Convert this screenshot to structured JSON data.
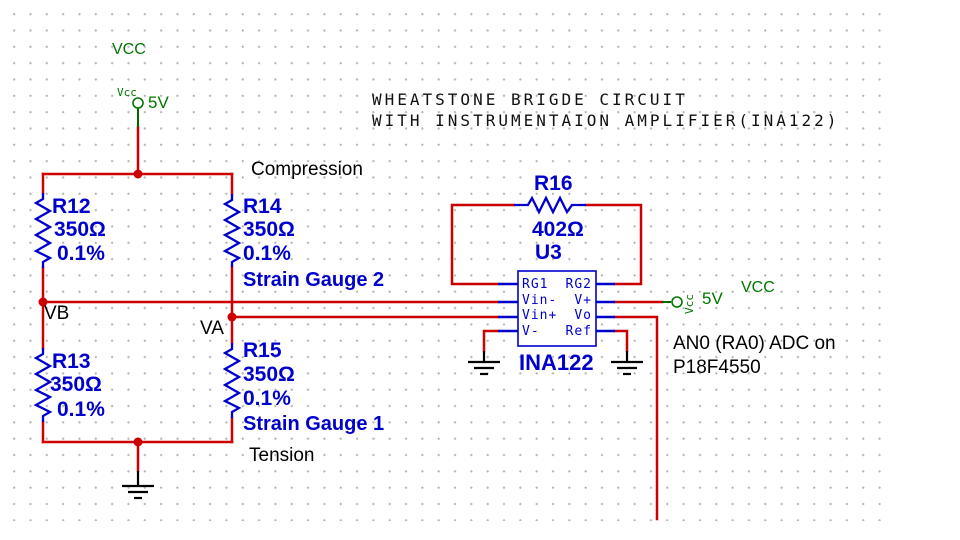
{
  "title": {
    "line1": "WHEATSTONE BRIGDE CIRCUIT",
    "line2": "WITH INSTRUMENTAION AMPLIFIER(INA122)"
  },
  "colors": {
    "wire": "#cc0000",
    "component": "#0000cc",
    "power": "#007700",
    "grid_dot": "#b4b4b4"
  },
  "power_left": {
    "net_label": "VCC",
    "pin_name": "Vcc",
    "voltage": "5V"
  },
  "power_right": {
    "net_label": "VCC",
    "pin_name": "Vcc",
    "voltage": "5V"
  },
  "annotations": {
    "compression": "Compression",
    "tension": "Tension",
    "node_vb": "VB",
    "node_va": "VA",
    "adc_line1": "AN0 (RA0) ADC on",
    "adc_line2": "P18F4550"
  },
  "resistors": {
    "r12": {
      "ref": "R12",
      "value": "350Ω",
      "tol": "0.1%"
    },
    "r13": {
      "ref": "R13",
      "value": "350Ω",
      "tol": "0.1%"
    },
    "r14": {
      "ref": "R14",
      "value": "350Ω",
      "tol": "0.1%",
      "note": "Strain Gauge 2"
    },
    "r15": {
      "ref": "R15",
      "value": "350Ω",
      "tol": "0.1%",
      "note": "Strain Gauge 1"
    },
    "r16": {
      "ref": "R16",
      "value": "402Ω"
    }
  },
  "amplifier": {
    "designator": "U3",
    "part": "INA122",
    "pins": {
      "rg1": "RG1",
      "rg2": "RG2",
      "vin_minus": "Vin-",
      "v_plus": "V+",
      "vin_plus": "Vin+",
      "vo": "Vo",
      "v_minus": "V-",
      "ref": "Ref"
    }
  }
}
